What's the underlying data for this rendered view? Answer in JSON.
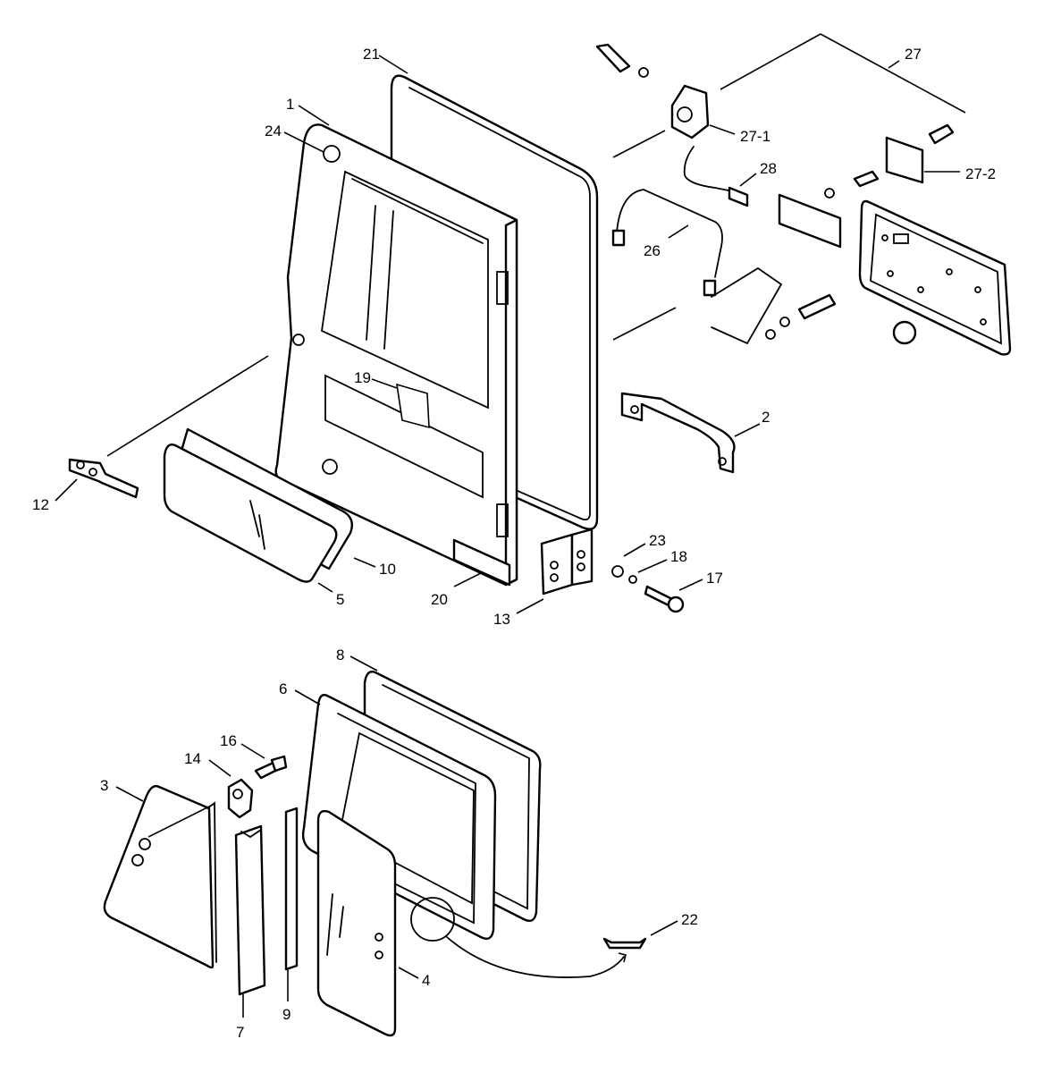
{
  "labels": {
    "p21": "21",
    "p1": "1",
    "p24": "24",
    "p27": "27",
    "p27_1": "27-1",
    "p27_2": "27-2",
    "p28": "28",
    "p26": "26",
    "p19": "19",
    "p2": "2",
    "p12": "12",
    "p10": "10",
    "p5": "5",
    "p20": "20",
    "p13": "13",
    "p23": "23",
    "p18": "18",
    "p17": "17",
    "p8": "8",
    "p6": "6",
    "p16": "16",
    "p14": "14",
    "p3": "3",
    "p22": "22",
    "p4": "4",
    "p7": "7",
    "p9": "9"
  }
}
